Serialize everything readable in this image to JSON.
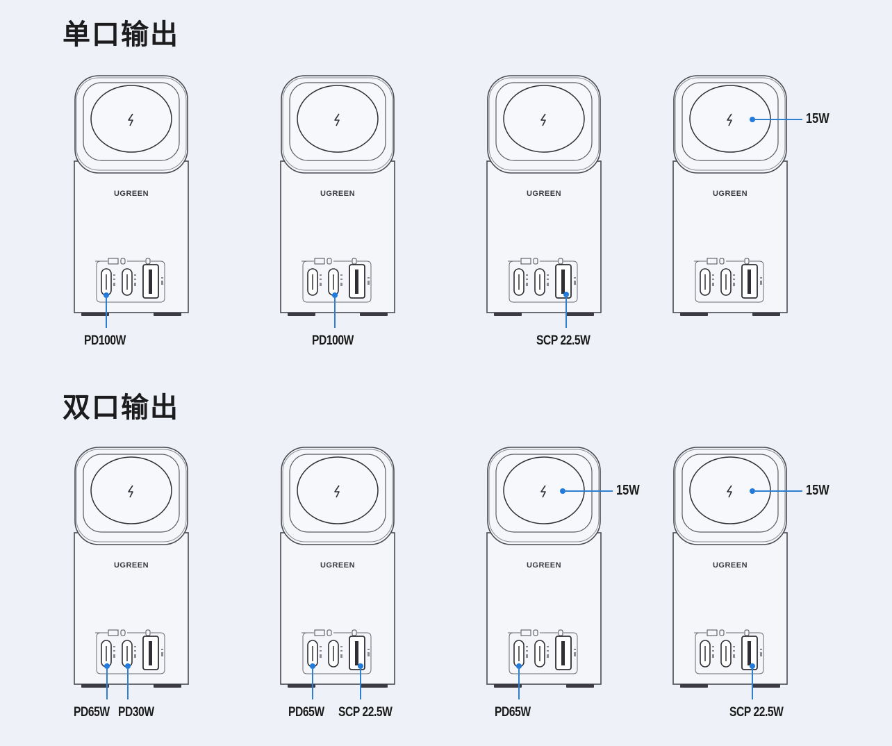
{
  "sections": {
    "single": {
      "title": "单口输出",
      "items": [
        {
          "brand": "UGREEN",
          "port_labels": [
            "PD100W"
          ],
          "wireless_label": null
        },
        {
          "brand": "UGREEN",
          "port_labels": [
            "PD100W"
          ],
          "wireless_label": null
        },
        {
          "brand": "UGREEN",
          "port_labels": [
            "SCP 22.5W"
          ],
          "wireless_label": null
        },
        {
          "brand": "UGREEN",
          "port_labels": [],
          "wireless_label": "15W"
        }
      ]
    },
    "dual": {
      "title": "双口输出",
      "items": [
        {
          "brand": "UGREEN",
          "port_labels": [
            "PD65W",
            "PD30W"
          ],
          "wireless_label": null
        },
        {
          "brand": "UGREEN",
          "port_labels": [
            "PD65W",
            "SCP 22.5W"
          ],
          "wireless_label": null
        },
        {
          "brand": "UGREEN",
          "port_labels": [
            "PD65W"
          ],
          "wireless_label": "15W"
        },
        {
          "brand": "UGREEN",
          "port_labels": [
            "SCP 22.5W"
          ],
          "wireless_label": "15W"
        }
      ]
    }
  },
  "icons": {
    "wireless": "lightning-bolt",
    "ports": [
      "usb-c-1",
      "usb-c-2",
      "usb-a"
    ]
  },
  "colors": {
    "background": "#eef2f8",
    "callout": "#1f7ae0",
    "outline": "#3a3a40",
    "title": "#1c1c1e"
  }
}
